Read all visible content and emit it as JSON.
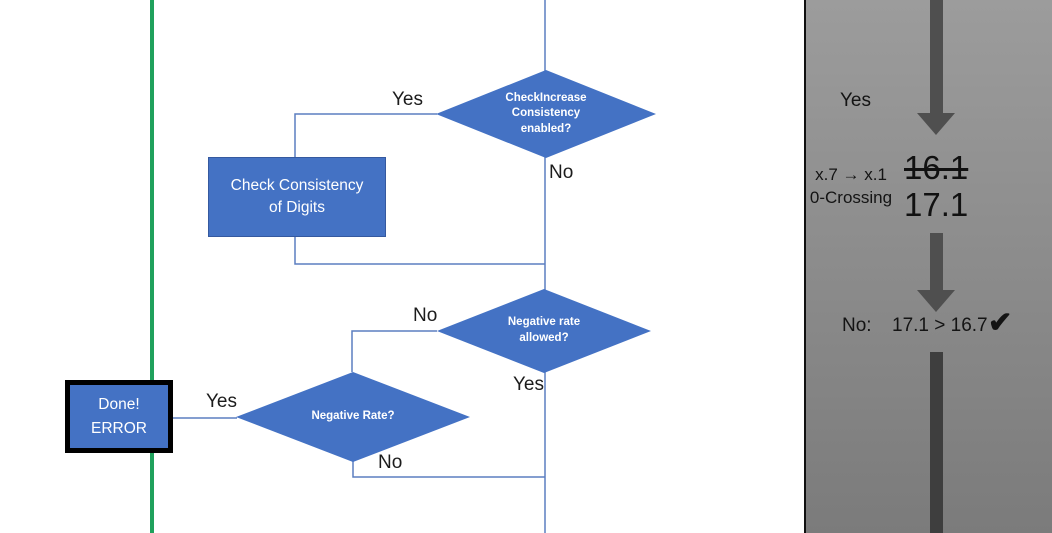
{
  "flowchart": {
    "decision_increase": {
      "label": "CheckIncrease\nConsistency\nenabled?"
    },
    "process_check": {
      "label": "Check Consistency\nof Digits"
    },
    "decision_negative_allowed": {
      "label": "Negative rate\nallowed?"
    },
    "decision_negative_rate": {
      "label": "Negative Rate?"
    },
    "terminal_error": {
      "label": "Done!\nERROR"
    },
    "edge_labels": {
      "d1_yes": "Yes",
      "d1_no": "No",
      "d2_no": "No",
      "d2_yes": "Yes",
      "d3_yes": "Yes",
      "d3_no": "No"
    },
    "colors": {
      "shape_fill": "#4472C4",
      "connector": "#5B7EC0",
      "guide_line": "#1FA15C"
    }
  },
  "side_panel": {
    "yes_label": "Yes",
    "crossing_note_line1": "x.7 → x.1",
    "crossing_note_line2": "0-Crossing",
    "old_value": "16.1",
    "new_value": "17.1",
    "comparison_prefix": "No:",
    "comparison": "17.1 > 16.7",
    "checkmark": "✔",
    "colors": {
      "panel_top": "#9C9C9C",
      "panel_bottom": "#7B7B7B",
      "arrow": "#4F4F4F",
      "arrow_dark": "#3E3E3E"
    }
  }
}
